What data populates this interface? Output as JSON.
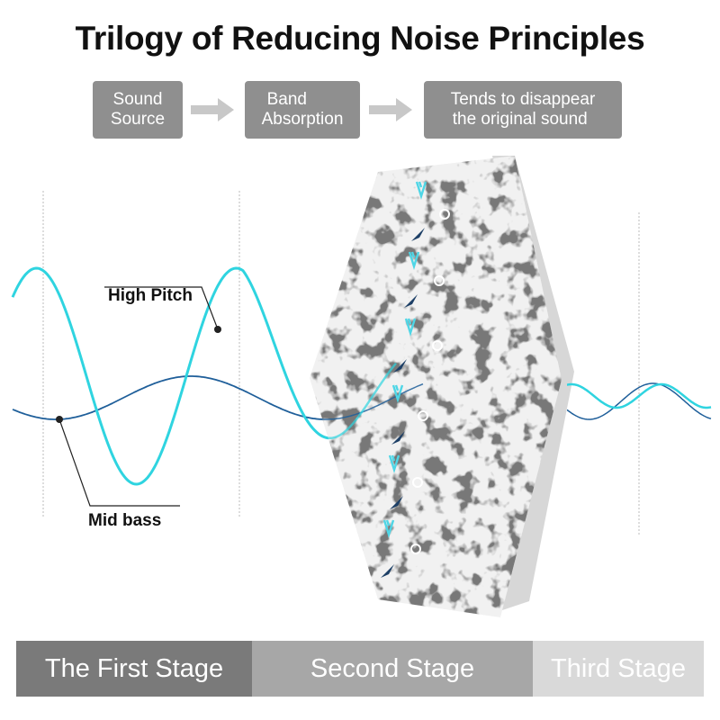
{
  "title": "Trilogy of Reducing Noise Principles",
  "flow": {
    "step1": [
      "Sound",
      "Source"
    ],
    "step2": [
      "Band",
      "Absorption"
    ],
    "step3": [
      "Tends to disappear",
      "the original sound"
    ]
  },
  "labels": {
    "high_pitch": "High Pitch",
    "mid_bass": "Mid bass"
  },
  "stages": {
    "first": "The First Stage",
    "second": "Second Stage",
    "third": "Third Stage"
  },
  "colors": {
    "high_pitch_wave": "#2fd4e0",
    "mid_bass_wave": "#1f5f9a",
    "flow_box": "#8f8f8f",
    "arrow": "#c8c8c8",
    "stage_first": "#7a7a7a",
    "stage_second": "#a7a7a7",
    "stage_third": "#d9d9d9",
    "panel": "#e9e9e9"
  },
  "icons": {
    "flow_arrow": "right-arrow-icon",
    "panel": "hexagon-acoustic-panel",
    "absorption": "sound-absorption-arrow-icon"
  }
}
